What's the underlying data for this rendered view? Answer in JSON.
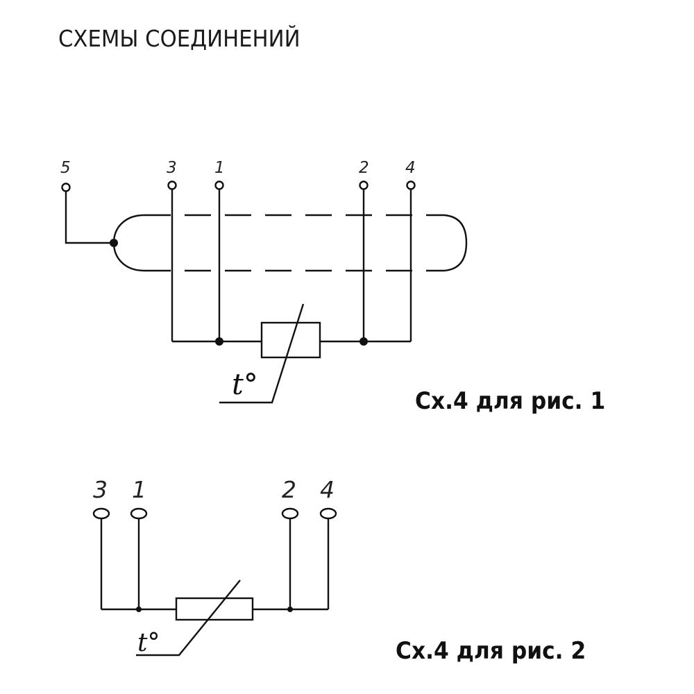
{
  "title": "СХЕМЫ СОЕДИНЕНИЙ",
  "diagram1": {
    "caption": "Сх.4 для рис. 1",
    "terminals": [
      "5",
      "3",
      "1",
      "2",
      "4"
    ],
    "temp_label": "t°"
  },
  "diagram2": {
    "caption": "Сх.4 для рис. 2",
    "terminals": [
      "3",
      "1",
      "2",
      "4"
    ],
    "temp_label": "t°"
  }
}
